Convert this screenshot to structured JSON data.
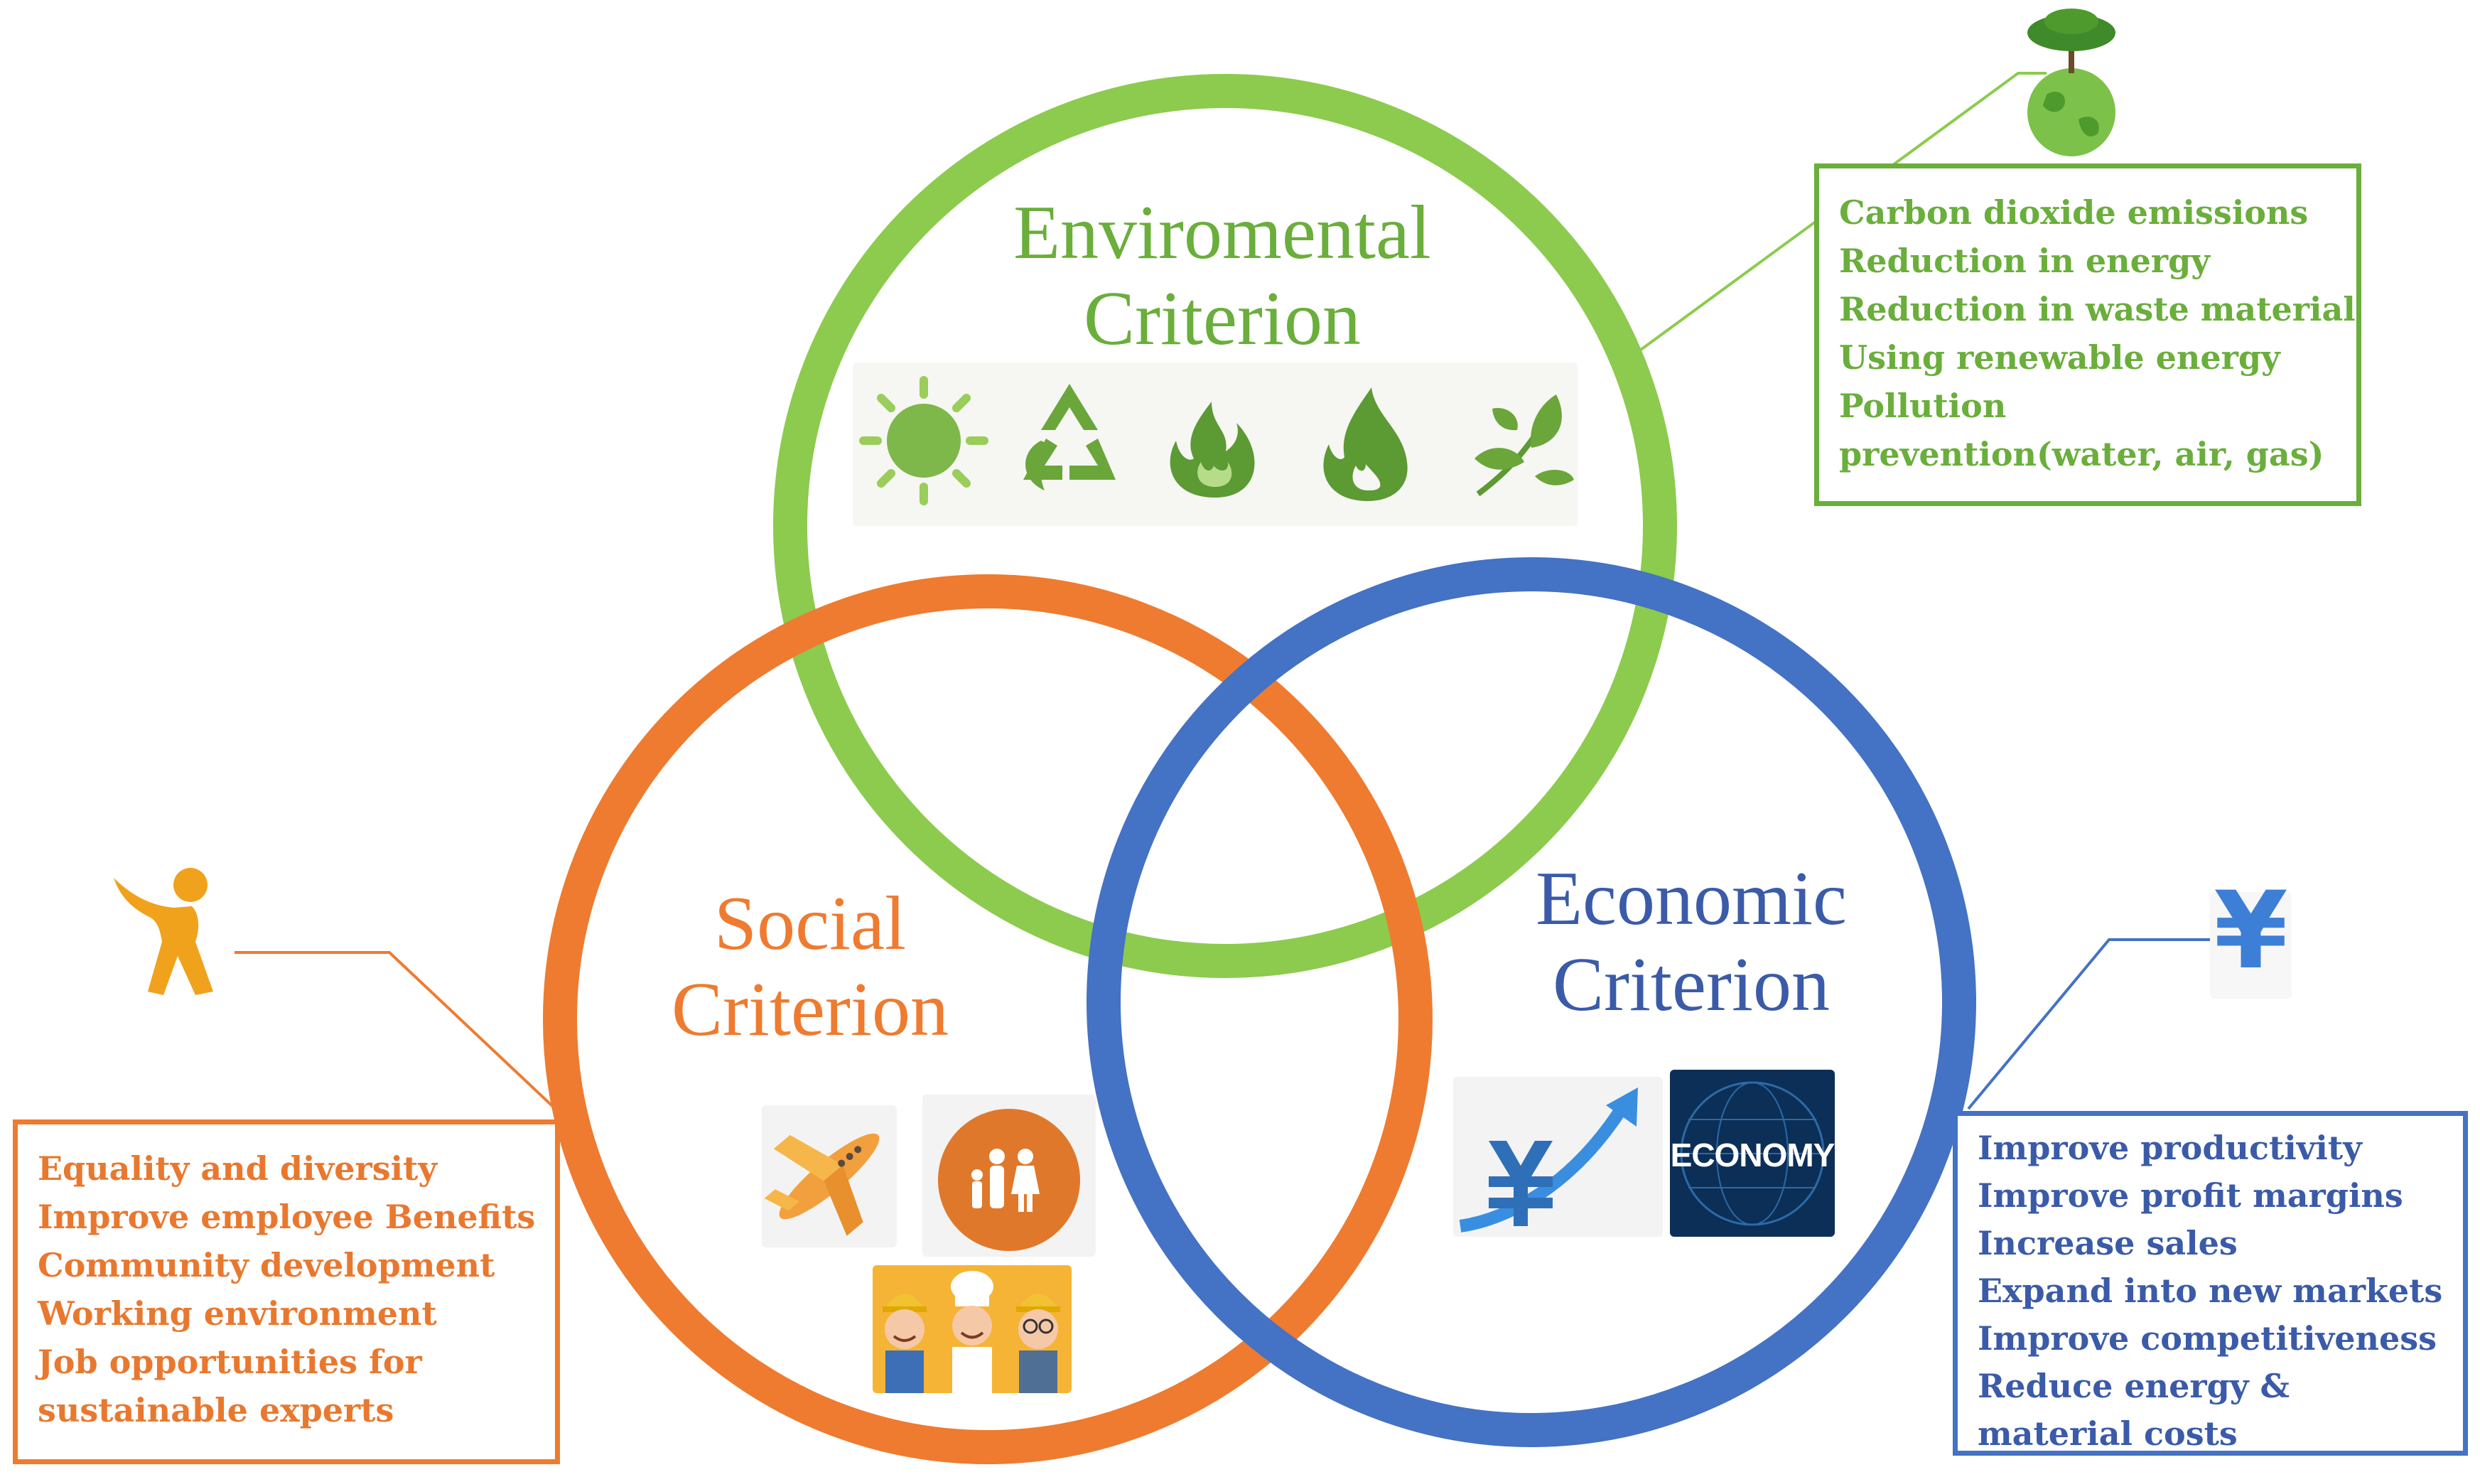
{
  "colors": {
    "environmental": "#8ccb4e",
    "social": "#ee7b30",
    "economic": "#4472c4",
    "env_text": "#6aae3b",
    "econ_text": "#3b5ba8"
  },
  "environmental": {
    "title_line1": "Enviromental",
    "title_line2": "Criterion",
    "icons": [
      "sun-icon",
      "recycle-icon",
      "fire-icon",
      "flame-icon",
      "plant-icon"
    ],
    "corner_icon": "earth-tree-icon",
    "items": [
      "Carbon dioxide emissions",
      "Reduction in energy",
      "Reduction in waste material",
      "Using renewable energy",
      "Pollution prevention(water, air, gas)"
    ]
  },
  "social": {
    "title_line1": "Social",
    "title_line2": "Criterion",
    "icons": [
      "airplane-icon",
      "family-icon",
      "workers-icon"
    ],
    "corner_icon": "person-icon",
    "items": [
      "Equality and diversity",
      "Improve employee Benefits",
      "Community development",
      "Working environment",
      "Job opportunities for sustainable experts"
    ]
  },
  "economic": {
    "title_line1": "Economic",
    "title_line2": "Criterion",
    "icons": [
      "yen-growth-icon",
      "economy-icon"
    ],
    "economy_label": "ECONOMY",
    "corner_icon": "yen-icon",
    "corner_symbol": "¥",
    "items": [
      "Improve productivity",
      "Improve profit margins",
      "Increase sales",
      "Expand into new markets",
      "Improve competitiveness",
      "Reduce energy & material costs"
    ]
  }
}
